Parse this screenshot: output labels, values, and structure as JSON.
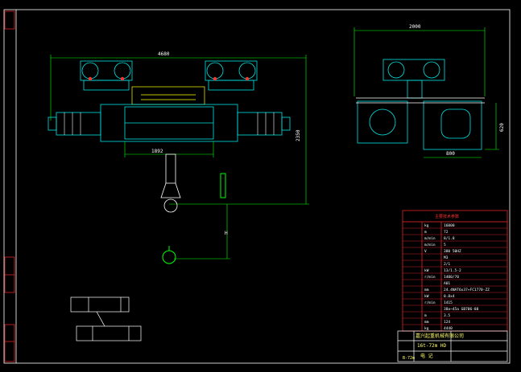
{
  "dimensions": {
    "main_span": "4680",
    "sub_span": "1892",
    "height": "2350",
    "side_width": "2000",
    "side_height": "620",
    "side_base": "800",
    "hook_mark": "H"
  },
  "table": {
    "header": "主要技术参数",
    "rows": [
      {
        "unit": "kg",
        "value": "16000"
      },
      {
        "unit": "m",
        "value": "72"
      },
      {
        "unit": "m/min",
        "value": "8/1.8"
      },
      {
        "unit": "m/min",
        "value": "5"
      },
      {
        "unit": "V",
        "value": "380  50HZ"
      },
      {
        "unit": "",
        "value": "M3"
      },
      {
        "unit": "",
        "value": "2/1"
      },
      {
        "unit": "kW",
        "value": "13/1.5-2"
      },
      {
        "unit": "r/min",
        "value": "1400/70"
      },
      {
        "unit": "",
        "value": "A01"
      },
      {
        "unit": "mm",
        "value": "24.4NAT6x37+FC1770-ZZ"
      },
      {
        "unit": "kW",
        "value": "0.8x4"
      },
      {
        "unit": "r/min",
        "value": "1415"
      },
      {
        "unit": "",
        "value": "38a~45a  GB706-88"
      },
      {
        "unit": "m",
        "value": "3.5"
      },
      {
        "unit": "mm",
        "value": "124"
      },
      {
        "unit": "kg",
        "value": "4440"
      }
    ]
  },
  "title_block": {
    "company": "嘉兴起重机械有限公司",
    "product": "16t-72m  HD",
    "label": "电  记",
    "drawing_no": "B-72m"
  },
  "colors": {
    "background": "#000000",
    "frame": "#ffffff",
    "outline": "#00e5e5",
    "dimension": "#ffffff",
    "hook": "#00ff00",
    "table_border": "#ff2a2a",
    "title_text": "#ffff66"
  }
}
